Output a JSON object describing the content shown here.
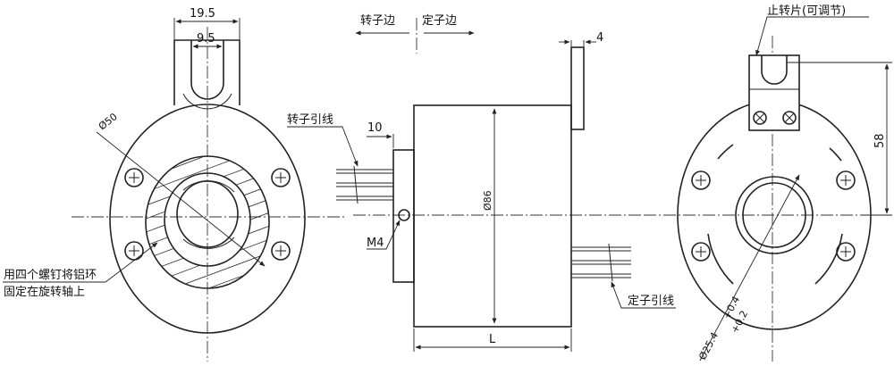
{
  "left_view": {
    "dim_tab_width": "19.5",
    "dim_slot_width": "9.5",
    "dim_diameter": "Ø50",
    "note_line1": "用四个螺钉将铝环",
    "note_line2": "固定在旋转轴上"
  },
  "side_view": {
    "label_rotor_side": "转子边",
    "label_stator_side": "定子边",
    "label_rotor_leads": "转子引线",
    "dim_lead_length": "10",
    "dim_flange_thickness": "4",
    "dim_body_diameter": "Ø86",
    "dim_length": "L",
    "label_thread": "M4",
    "label_stator_leads": "定子引线"
  },
  "right_view": {
    "label_stop_tab": "止转片(可调节)",
    "dim_tab_height": "58",
    "dim_bore": "Ø25.4",
    "tol_upper": "+0.4",
    "tol_lower": "+0.2"
  },
  "colors": {
    "line": "#222222",
    "background": "#ffffff"
  }
}
